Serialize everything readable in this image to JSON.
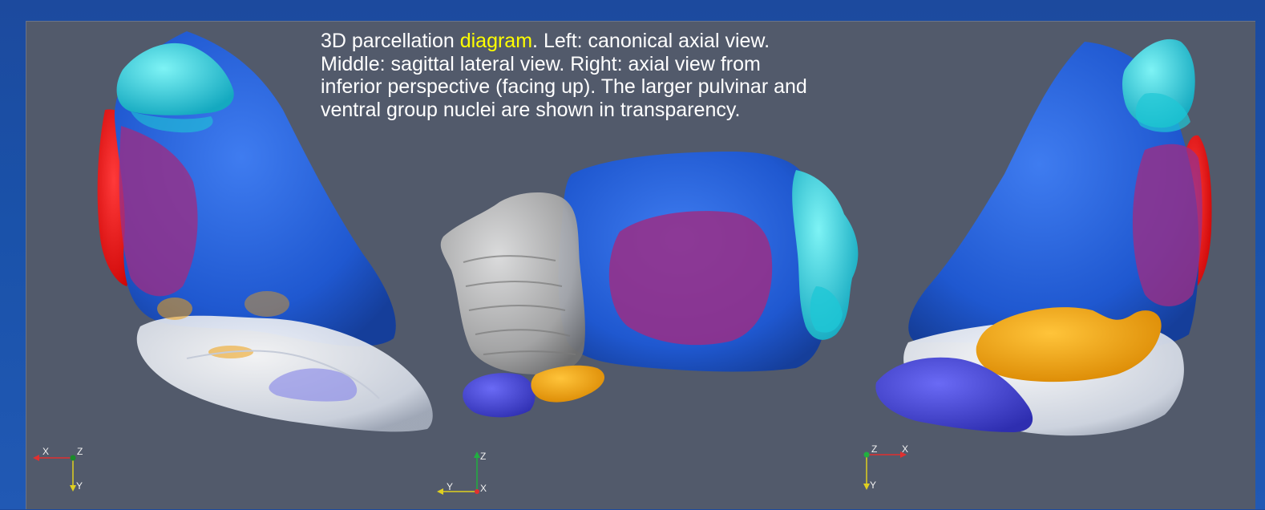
{
  "caption": {
    "part1": "3D parcellation ",
    "highlight": "diagram",
    "part2": ".  Left: canonical axial view.\nMiddle: sagittal lateral view. Right: axial view from\ninferior perspective (facing up).  The larger pulvinar and\nventral group nuclei are shown in transparency."
  },
  "axes": {
    "left": {
      "h": "X",
      "v": "Y",
      "corner": "Z"
    },
    "middle": {
      "h": "Y",
      "v": "Z",
      "corner": "X"
    },
    "right": {
      "h": "X",
      "v": "Y",
      "corner": "Z"
    }
  },
  "colors": {
    "background_viewport": "#525a6b",
    "slide_blue": "#1c4a9e",
    "blue_nucleus": "#1f5cd6",
    "cyan_nucleus": "#1ec7d6",
    "red_nucleus": "#ee1111",
    "magenta_nucleus": "#9a2e86",
    "white_nucleus": "#e8ecf3",
    "orange_nucleus": "#f0a010",
    "violet_nucleus": "#4a4ae0",
    "highlight_yellow": "#ffff00"
  }
}
